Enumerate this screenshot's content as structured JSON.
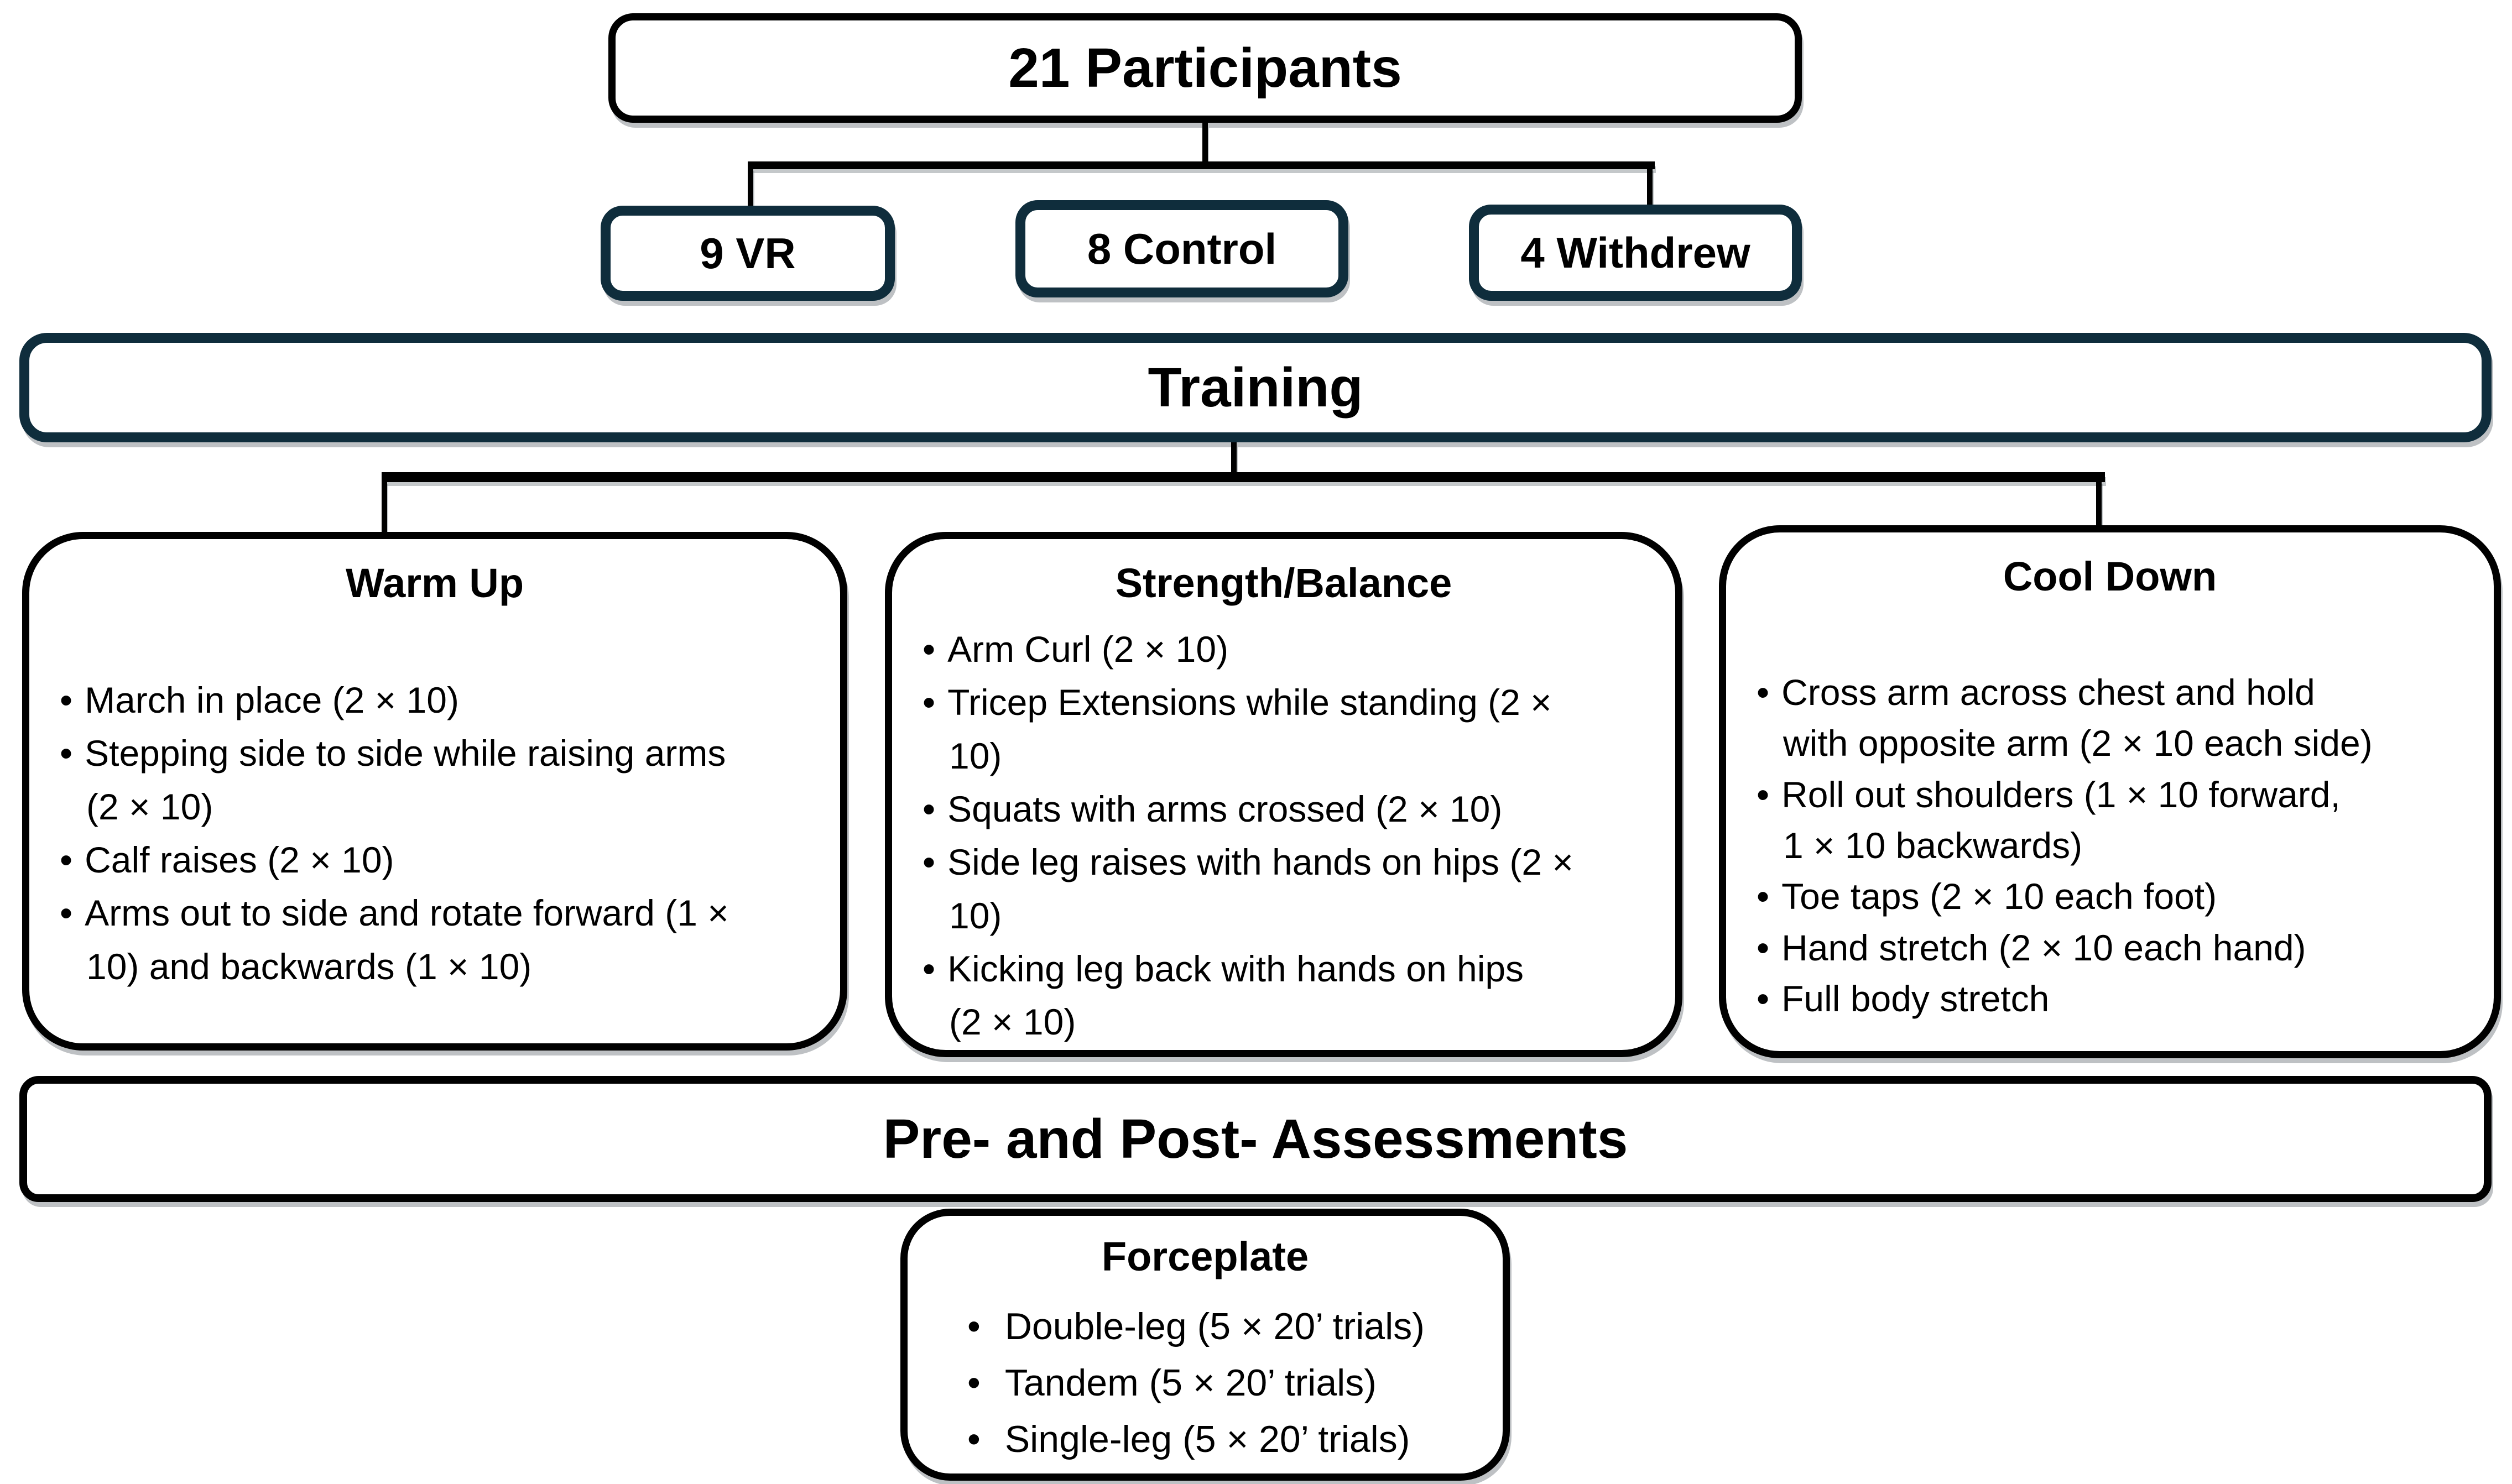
{
  "colors": {
    "navy_border": "#0f2d3c",
    "black_border": "#000000",
    "background": "#ffffff"
  },
  "flow": {
    "participants": "21 Participants",
    "groups": [
      "9 VR",
      "8 Control",
      "4 Withdrew"
    ],
    "training": "Training",
    "sections": [
      {
        "title": "Warm Up",
        "items": [
          "March in place (2 × 10)",
          "Stepping side to side while raising arms\n(2 × 10)",
          "Calf raises (2 × 10)",
          "Arms out to side and rotate forward (1 ×\n10) and backwards (1 × 10)"
        ]
      },
      {
        "title": "Strength/Balance",
        "items": [
          "Arm Curl (2 × 10)",
          "Tricep Extensions while standing (2 ×\n10)",
          "Squats with arms crossed (2 × 10)",
          "Side leg raises with hands on hips (2 ×\n10)",
          "Kicking leg back with hands on hips\n(2 × 10)"
        ]
      },
      {
        "title": "Cool Down",
        "items": [
          "Cross arm across chest and hold\nwith opposite arm (2 × 10 each side)",
          "Roll out shoulders (1 × 10 forward,\n1 × 10 backwards)",
          "Toe taps (2 × 10 each foot)",
          "Hand stretch (2 × 10 each hand)",
          "Full body stretch"
        ]
      }
    ],
    "assessments": "Pre- and Post- Assessments",
    "forceplate": {
      "title": "Forceplate",
      "items": [
        "Double-leg (5 × 20’ trials)",
        "Tandem (5 × 20’ trials)",
        "Single-leg (5 × 20’ trials)"
      ]
    }
  }
}
